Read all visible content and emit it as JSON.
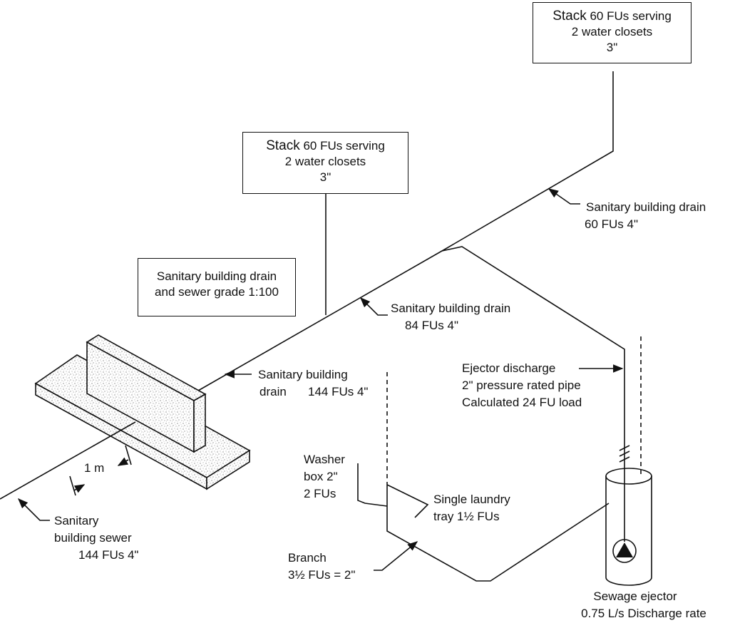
{
  "stack_right": {
    "word": "Stack",
    "rest": "60 FUs serving",
    "line2": "2 water closets",
    "line3": "3\""
  },
  "stack_left": {
    "word": "Stack",
    "rest": "60 FUs serving",
    "line2": "2 water closets",
    "line3": "3\""
  },
  "grade_note": {
    "line1": "Sanitary building drain",
    "line2": "and sewer grade 1:100"
  },
  "drain_60": {
    "line1": "Sanitary building drain",
    "line2": "60 FUs 4\""
  },
  "drain_84": {
    "line1": "Sanitary building drain",
    "line2": "84 FUs 4\""
  },
  "drain_144": {
    "line1": "Sanitary building",
    "line2": "drain",
    "line2b": "144 FUs 4\""
  },
  "ejector_discharge": {
    "line1": "Ejector discharge",
    "line2": "2\" pressure rated pipe",
    "line3": "Calculated 24 FU load"
  },
  "washer": {
    "line1": "Washer",
    "line2": "box 2\"",
    "line3": "2 FUs"
  },
  "laundry": {
    "line1": "Single laundry",
    "line2": "tray 1½ FUs"
  },
  "branch": {
    "line1": "Branch",
    "line2": "3½ FUs = 2\""
  },
  "dimension": {
    "label": "1 m"
  },
  "sewer": {
    "line1": "Sanitary",
    "line2": "building sewer",
    "line3": "144 FUs 4\""
  },
  "ejector": {
    "line1": "Sewage ejector",
    "line2": "0.75 L/s Discharge rate"
  }
}
